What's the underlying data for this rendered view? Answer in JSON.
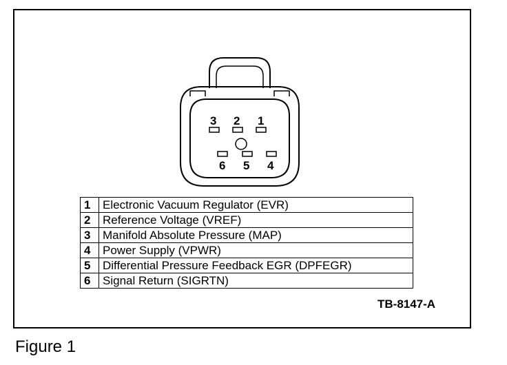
{
  "pins_diagram": [
    {
      "number": "3"
    },
    {
      "number": "2"
    },
    {
      "number": "1"
    },
    {
      "number": "6"
    },
    {
      "number": "5"
    },
    {
      "number": "4"
    }
  ],
  "pin_table": [
    {
      "number": "1",
      "description": "Electronic Vacuum Regulator (EVR)"
    },
    {
      "number": "2",
      "description": "Reference Voltage (VREF)"
    },
    {
      "number": "3",
      "description": "Manifold Absolute Pressure (MAP)"
    },
    {
      "number": "4",
      "description": "Power Supply (VPWR)"
    },
    {
      "number": "5",
      "description": "Differential Pressure Feedback EGR (DPFEGR)"
    },
    {
      "number": "6",
      "description": "Signal Return (SIGRTN)"
    }
  ],
  "tb_code": "TB-8147-A",
  "caption": "Figure 1"
}
